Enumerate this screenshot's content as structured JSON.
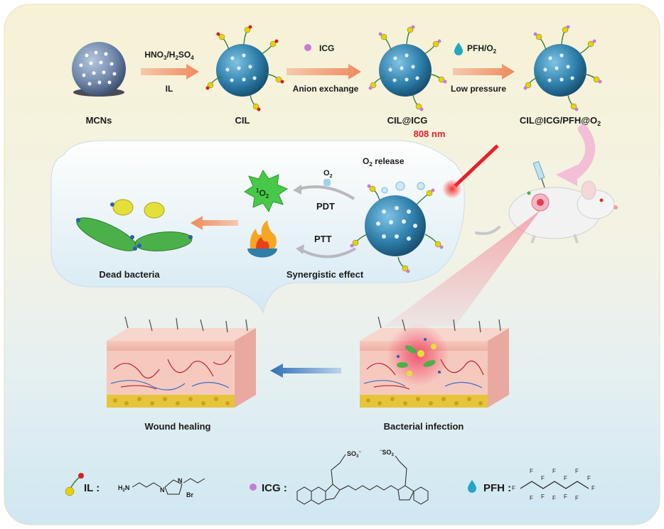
{
  "steps": {
    "mcns": "MCNs",
    "cil": "CIL",
    "cil_icg": "CIL@ICG",
    "cil_icg_pfh_pre": "CIL@ICG/PFH@O",
    "cil_icg_pfh_sub": "2"
  },
  "arrows": {
    "a1_top_pre": "HNO",
    "a1_top_sub1": "3",
    "a1_top_mid": "/H",
    "a1_top_sub2": "2",
    "a1_top_post": "SO",
    "a1_top_sub3": "4",
    "a1_bottom": "IL",
    "a2_top": "ICG",
    "a2_bottom": "Anion exchange",
    "a3_top_pre": "PFH/O",
    "a3_top_sub": "2",
    "a3_bottom": "Low pressure"
  },
  "laser": "808 nm",
  "bubble": {
    "o2_release_pre": "O",
    "o2_release_sub": "2",
    "o2_release_post": " release",
    "o2_mol_pre": "O",
    "o2_mol_sub": "2",
    "singlet_sup": "1",
    "singlet_pre": "O",
    "singlet_sub": "2",
    "pdt": "PDT",
    "ptt": "PTT",
    "synergy": "Synergistic effect",
    "dead": "Dead bacteria"
  },
  "skin": {
    "healing": "Wound healing",
    "infection": "Bacterial infection"
  },
  "legend": {
    "il": "IL :",
    "icg": "ICG :",
    "pfh": "PFH :",
    "h2n_pre": "H",
    "h2n_sub": "2",
    "h2n_post": "N",
    "n_plus": "N",
    "br": "Br",
    "n_plain": "N",
    "so3_a": "SO",
    "so3_b": "SO",
    "f": "F"
  },
  "colors": {
    "background_top": "#f5f0d2",
    "background_bottom": "#d9ecf4",
    "particle": "#2f7fa8",
    "arrow": "#f2a17a",
    "laser": "#e8202a",
    "icg_dot": "#c77bd6",
    "pfh_drop": "#24a7c2",
    "bacteria_green": "#4bb04a",
    "bacteria_yellow": "#e5df3a"
  }
}
